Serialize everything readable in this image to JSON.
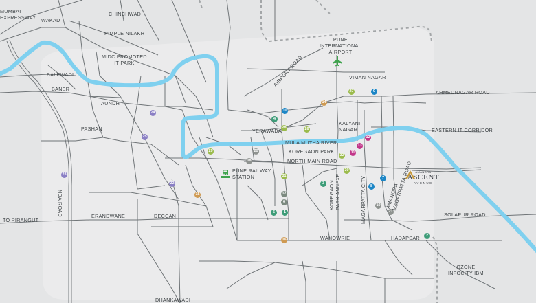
{
  "labels": {
    "mumbai_expressway": "MUMBAI\nEXPRESSWAY",
    "wakad": "WAKAD",
    "chinchwad": "CHINCHWAD",
    "pimple_nilakh": "PIMPLE NILAKH",
    "midc_promoted_it_park": "MIDC PROMOTED\nIT PARK",
    "balewadi": "BALEWADI",
    "baner": "BANER",
    "aundh": "AUNDH",
    "pashan": "PASHAN",
    "pune_international_airport": "PUNE\nINTERNATIONAL\nAIRPORT",
    "viman_nagar": "VIMAN NAGAR",
    "ahmednagar_road": "AHMEDNAGAR ROAD",
    "airport_road": "AIRPORT ROAD",
    "yerawada": "YERAWADA",
    "kalyani_nagar": "KALYANI\nNAGAR",
    "eastern_it_corridor": "EASTERN IT CORRIDOR",
    "mula_mutha_river": "MULA MUTHA RIVER",
    "koregaon_park": "KOREGAON PARK",
    "north_main_road": "NORTH MAIN ROAD",
    "pune_railway_station": "PUNE RAILWAY\nSTATION",
    "koregaon_park_annexe": "KOREGAON\nPARK ANNEXE",
    "magarpatta_city": "MAGARPATTA CITY",
    "amanora_magarpatta_road": "AMANORA\nMAGARPATTA ROAD",
    "nda_road": "NDA ROAD",
    "to_pirangut": "TO PIRANGUT",
    "erandwane": "ERANDWANE",
    "deccan": "DECCAN",
    "solapur_road": "SOLAPUR ROAD",
    "wanowrie": "WANOWRIE",
    "hadapsar": "HADAPSAR",
    "ozone_infocity_ibm": "OZONE\nINFOCITY IBM",
    "dhankawadi": "DHANKAWADI"
  },
  "logo": {
    "brand": "AMANORA",
    "name": "ASCENT",
    "sub": "AVENUE"
  },
  "colors": {
    "background": "#e4e5e6",
    "zone": "#ebebec",
    "roads": "#6f7477",
    "river": "#7fd0ef",
    "boundary": "#a3a6a8",
    "airport_icon": "#3fa34d",
    "rail_icon": "#3fa34d",
    "label_text": "#3f4447"
  },
  "icons": {
    "airport": "airplane-icon",
    "railway": "train-icon"
  },
  "markers": [
    {
      "num": "1",
      "color": "#3d9c78"
    },
    {
      "num": "2",
      "color": "#3d9c78"
    },
    {
      "num": "3",
      "color": "#3d9c78"
    },
    {
      "num": "4",
      "color": "#3d9c78"
    },
    {
      "num": "5",
      "color": "#3d9c78"
    },
    {
      "num": "6",
      "color": "#7c8a80"
    },
    {
      "num": "7",
      "color": "#1c86c6"
    },
    {
      "num": "8",
      "color": "#1c86c6"
    },
    {
      "num": "9",
      "color": "#1c86c6"
    },
    {
      "num": "10",
      "color": "#1c86c6"
    },
    {
      "num": "11",
      "color": "#c2378a"
    },
    {
      "num": "12",
      "color": "#c2378a"
    },
    {
      "num": "13",
      "color": "#c2378a"
    },
    {
      "num": "14",
      "color": "#cf9a52"
    },
    {
      "num": "15",
      "color": "#cf9a52"
    },
    {
      "num": "16",
      "color": "#cf9a52"
    },
    {
      "num": "17",
      "color": "#7c8a80"
    },
    {
      "num": "18",
      "color": "#8f9390"
    },
    {
      "num": "19",
      "color": "#8f9390"
    },
    {
      "num": "20",
      "color": "#8f9390"
    },
    {
      "num": "21",
      "color": "#8f9390"
    },
    {
      "num": "22",
      "color": "#8a7fc4"
    },
    {
      "num": "23",
      "color": "#8a7fc4"
    },
    {
      "num": "24",
      "color": "#8a7fc4"
    },
    {
      "num": "25",
      "color": "#8a7fc4"
    },
    {
      "num": "26",
      "color": "#9bbb4c"
    },
    {
      "num": "27",
      "color": "#9bbb4c"
    },
    {
      "num": "28",
      "color": "#9bbb4c"
    },
    {
      "num": "29",
      "color": "#9bbb4c"
    },
    {
      "num": "30",
      "color": "#9bbb4c"
    },
    {
      "num": "31",
      "color": "#9bbb4c"
    },
    {
      "num": "32",
      "color": "#9bbb4c"
    }
  ]
}
